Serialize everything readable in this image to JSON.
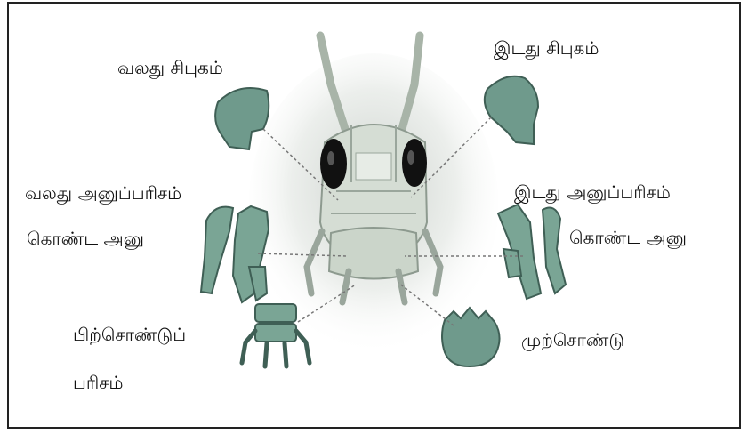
{
  "labels": {
    "right_mandible": "வலது சிபுகம்",
    "left_mandible": "இடது சிபுகம்",
    "right_maxilla_1": "வலது அனுப்பரிசம்",
    "right_maxilla_2": "கொண்ட அனு",
    "left_maxilla_1": "இடது அனுப்பரிசம்",
    "left_maxilla_2": "கொண்ட அனு",
    "labium_1": "பிற்சொண்டுப்",
    "labium_2": "பரிசம்",
    "labrum": "முற்சொண்டு"
  },
  "colors": {
    "part_fill": "#6f9a8c",
    "part_stroke": "#3f5f55",
    "head_fill": "#cfd8cf",
    "eye": "#111111",
    "leader": "#777777"
  }
}
